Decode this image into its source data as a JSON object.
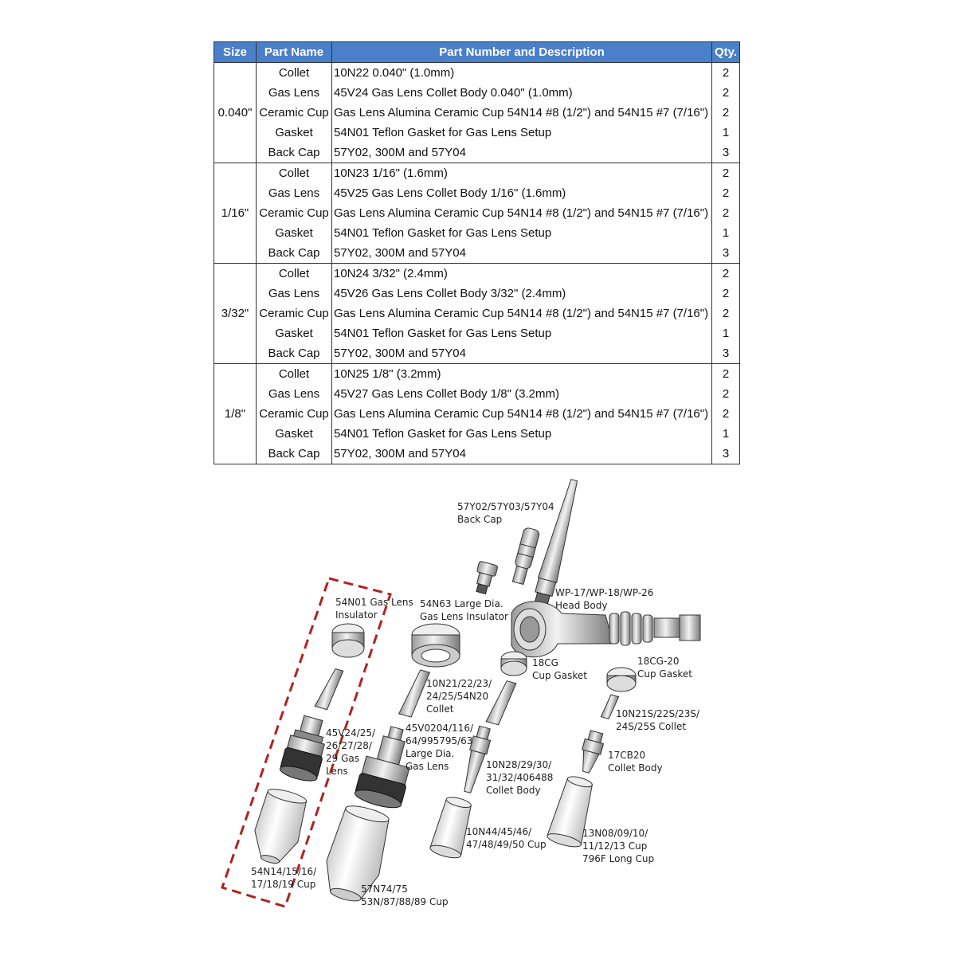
{
  "table": {
    "headers": [
      "Size",
      "Part Name",
      "Part Number and Description",
      "Qty."
    ],
    "groups": [
      {
        "size": "0.040\"",
        "rows": [
          {
            "name": "Collet",
            "desc": "10N22 0.040\" (1.0mm)",
            "qty": "2"
          },
          {
            "name": "Gas Lens",
            "desc": "45V24 Gas Lens Collet Body 0.040\" (1.0mm)",
            "qty": "2"
          },
          {
            "name": "Ceramic Cup",
            "desc": "Gas Lens Alumina Ceramic Cup 54N14 #8 (1/2\") and 54N15 #7 (7/16\")",
            "qty": "2"
          },
          {
            "name": "Gasket",
            "desc": "54N01 Teflon Gasket for Gas Lens Setup",
            "qty": "1"
          },
          {
            "name": "Back Cap",
            "desc": "57Y02, 300M and 57Y04",
            "qty": "3"
          }
        ]
      },
      {
        "size": "1/16\"",
        "rows": [
          {
            "name": "Collet",
            "desc": "10N23 1/16\" (1.6mm)",
            "qty": "2"
          },
          {
            "name": "Gas Lens",
            "desc": "45V25 Gas Lens Collet Body 1/16\" (1.6mm)",
            "qty": "2"
          },
          {
            "name": "Ceramic Cup",
            "desc": "Gas Lens Alumina Ceramic Cup 54N14 #8 (1/2\") and 54N15 #7 (7/16\")",
            "qty": "2"
          },
          {
            "name": "Gasket",
            "desc": "54N01 Teflon Gasket for Gas Lens Setup",
            "qty": "1"
          },
          {
            "name": "Back Cap",
            "desc": "57Y02, 300M and 57Y04",
            "qty": "3"
          }
        ]
      },
      {
        "size": "3/32\"",
        "rows": [
          {
            "name": "Collet",
            "desc": "10N24 3/32\" (2.4mm)",
            "qty": "2"
          },
          {
            "name": "Gas Lens",
            "desc": "45V26 Gas Lens Collet Body 3/32\" (2.4mm)",
            "qty": "2"
          },
          {
            "name": "Ceramic Cup",
            "desc": "Gas Lens Alumina Ceramic Cup 54N14 #8 (1/2\") and 54N15 #7 (7/16\")",
            "qty": "2"
          },
          {
            "name": "Gasket",
            "desc": "54N01 Teflon Gasket for Gas Lens Setup",
            "qty": "1"
          },
          {
            "name": "Back Cap",
            "desc": "57Y02, 300M and 57Y04",
            "qty": "3"
          }
        ]
      },
      {
        "size": "1/8\"",
        "rows": [
          {
            "name": "Collet",
            "desc": "10N25 1/8\" (3.2mm)",
            "qty": "2"
          },
          {
            "name": "Gas Lens",
            "desc": "45V27 Gas Lens Collet Body 1/8\" (3.2mm)",
            "qty": "2"
          },
          {
            "name": "Ceramic Cup",
            "desc": "Gas Lens Alumina Ceramic Cup 54N14 #8 (1/2\") and 54N15 #7 (7/16\")",
            "qty": "2"
          },
          {
            "name": "Gasket",
            "desc": "54N01 Teflon Gasket for Gas Lens Setup",
            "qty": "1"
          },
          {
            "name": "Back Cap",
            "desc": "57Y02, 300M and 57Y04",
            "qty": "3"
          }
        ]
      }
    ]
  },
  "diagram": {
    "labels": {
      "back_cap": [
        "57Y02/57Y03/57Y04",
        "Back Cap"
      ],
      "head_body": [
        "WP-17/WP-18/WP-26",
        "Head Body"
      ],
      "gas_lens_insulator_54n01": [
        "54N01 Gas Lens",
        "Insulator"
      ],
      "large_dia_insulator_54n63": [
        "54N63 Large Dia.",
        "Gas Lens Insulator"
      ],
      "cup_gasket_18cg": [
        "18CG",
        "Cup Gasket"
      ],
      "cup_gasket_18cg20": [
        "18CG-20",
        "Cup Gasket"
      ],
      "collet_10n21": [
        "10N21/22/23/",
        "24/25/54N20",
        "Collet"
      ],
      "collet_10n21s": [
        "10N21S/22S/23S/",
        "24S/25S Collet"
      ],
      "gas_lens_45v24": [
        "45V24/25/",
        "26/27/28/",
        "29 Gas",
        "Lens"
      ],
      "large_gas_lens_45v0204": [
        "45V0204/116/",
        "64/995795/63",
        "Large Dia.",
        "Gas Lens"
      ],
      "collet_body_17cb20": [
        "17CB20",
        "Collet Body"
      ],
      "collet_body_10n28": [
        "10N28/29/30/",
        "31/32/406488",
        "Collet Body"
      ],
      "cup_10n44": [
        "10N44/45/46/",
        "47/48/49/50 Cup"
      ],
      "long_cup_13n08": [
        "13N08/09/10/",
        "11/12/13 Cup",
        "796F Long  Cup"
      ],
      "cup_54n14": [
        "54N14/15/16/",
        "17/18/19 Cup"
      ],
      "cup_57n74": [
        "57N74/75",
        "53N/87/88/89 Cup"
      ]
    },
    "colors": {
      "highlight_dash": "#b22222",
      "header_blue": "#4a7fc9"
    }
  }
}
